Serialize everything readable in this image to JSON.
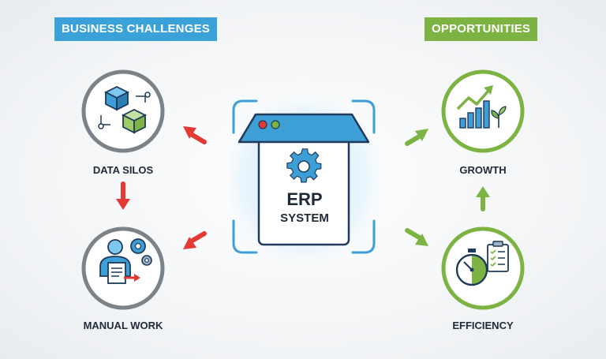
{
  "headers": {
    "challenges": "BUSINESS CHALLENGES",
    "opportunities": "OPPORTUNITIES"
  },
  "nodes": {
    "data_silos": "DATA SILOS",
    "manual_work": "MANUAL WORK",
    "growth": "GROWTH",
    "efficiency": "EFFICIENCY",
    "erp_line1": "ERP",
    "erp_line2": "SYSTEM"
  },
  "colors": {
    "challenge_blue": "#3aa2d8",
    "opportunity_green": "#7cb342",
    "arrow_red": "#e53935",
    "arrow_green": "#7cb342",
    "ring_gray": "#7b8288",
    "navy": "#1f3a5a",
    "erp_blue": "#3d9fd6"
  },
  "icons": [
    "cube-icon",
    "worker-icon",
    "gear-icon",
    "growth-chart-icon",
    "stopwatch-icon",
    "clipboard-icon"
  ]
}
